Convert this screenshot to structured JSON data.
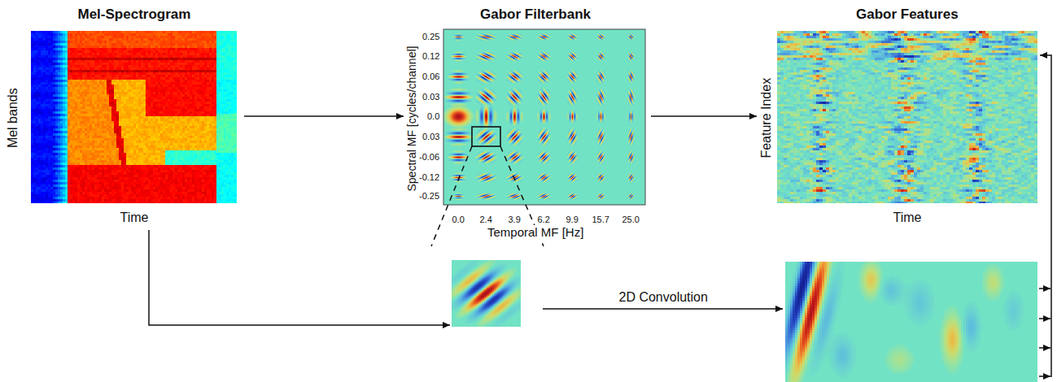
{
  "diagram": {
    "nodes": [
      {
        "text": [
          "Mel-Spectrogram",
          "Mel bands",
          "Time"
        ]
      },
      {
        "text": [
          "Gabor Filterbank",
          "Spectral MF [cycles/channel]",
          "Temporal MF [Hz]"
        ]
      },
      {
        "text": [
          "Gabor Features",
          "Feature Index",
          "Time"
        ]
      }
    ],
    "edges": [
      {
        "from": 0,
        "to": 1,
        "arrow": "to"
      },
      {
        "from": 1,
        "to": 2,
        "arrow": "to"
      }
    ],
    "labels": [
      "0.25",
      "0.12",
      "0.06",
      "0.03",
      "0.0",
      "0.03",
      "-0.06",
      "-0.12",
      "-0.25",
      "0.0",
      "2.4",
      "3.9",
      "6.2",
      "9.9",
      "15.7",
      "25.0",
      "2D Convolution"
    ]
  }
}
